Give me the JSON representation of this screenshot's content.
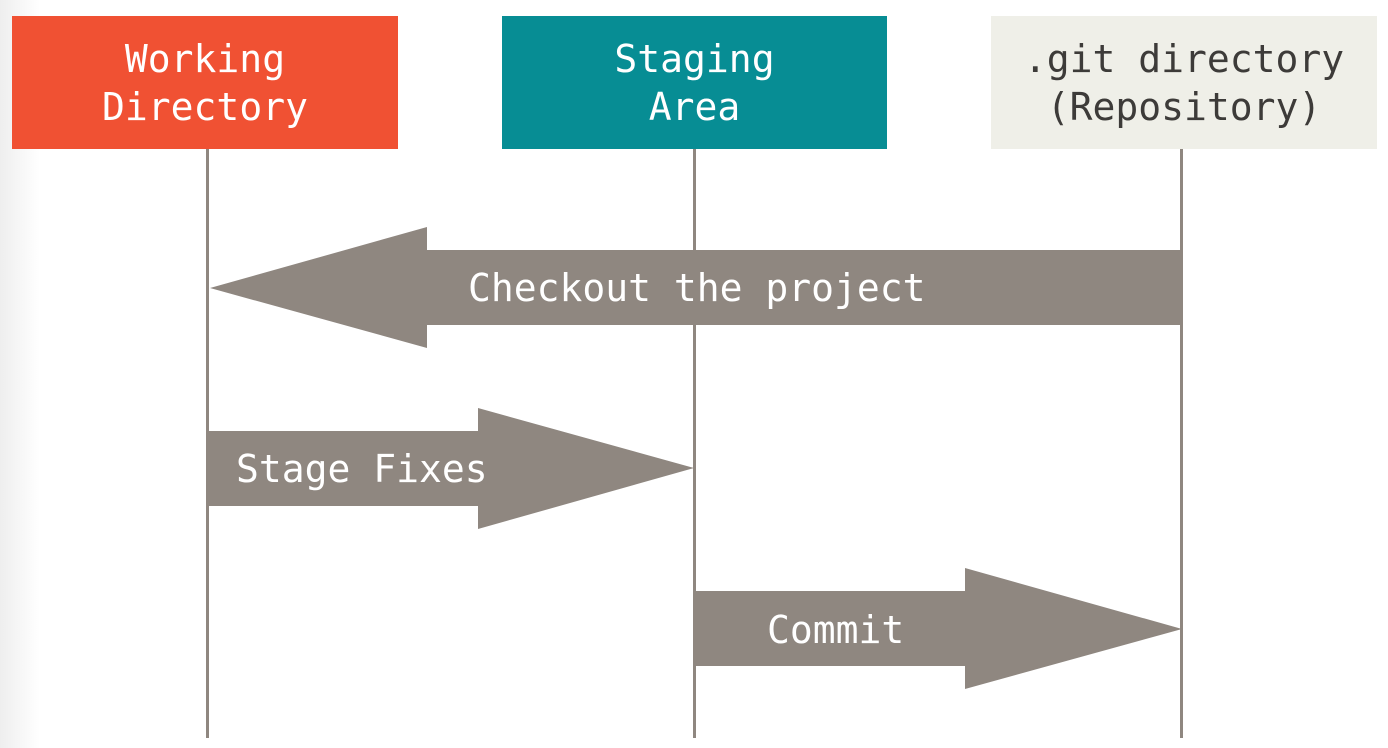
{
  "colors": {
    "working": "#f05133",
    "staging": "#078d94",
    "repository": "#efefe8",
    "arrow": "#8f8780",
    "lifeline": "#8f8780"
  },
  "columns": {
    "working": {
      "line1": "Working",
      "line2": "Directory"
    },
    "staging": {
      "line1": "Staging",
      "line2": "Area"
    },
    "repository": {
      "line1": ".git directory",
      "line2": "(Repository)"
    }
  },
  "arrows": {
    "checkout": {
      "label": "Checkout the project",
      "from": "repository",
      "to": "working"
    },
    "stage": {
      "label": "Stage Fixes",
      "from": "working",
      "to": "staging"
    },
    "commit": {
      "label": "Commit",
      "from": "staging",
      "to": "repository"
    }
  }
}
